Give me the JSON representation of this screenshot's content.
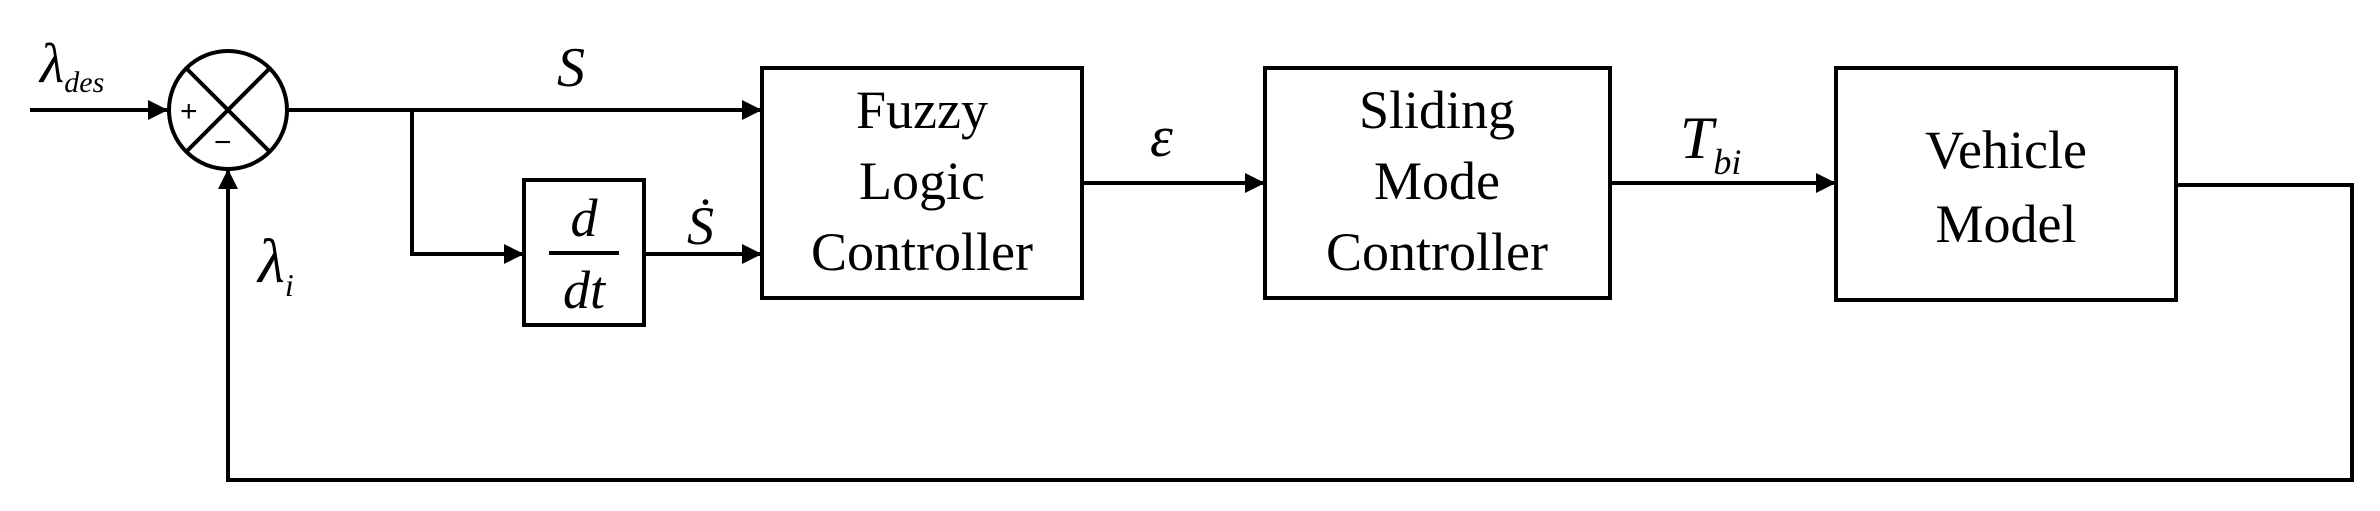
{
  "blocks": {
    "fuzzy": {
      "line1": "Fuzzy",
      "line2": "Logic",
      "line3": "Controller"
    },
    "smc": {
      "line1": "Sliding",
      "line2": "Mode",
      "line3": "Controller"
    },
    "vehicle": {
      "line1": "Vehicle",
      "line2": "Model"
    },
    "derivative": {
      "numerator": "d",
      "denominator": "dt"
    }
  },
  "summing_junction": {
    "plus_sign": "+",
    "minus_sign": "−"
  },
  "signals": {
    "reference": {
      "symbol": "λ",
      "subscript": "des"
    },
    "feedback": {
      "symbol": "λ",
      "subscript": "i"
    },
    "error": "S",
    "error_rate": "Ṡ",
    "fuzzy_output": "ε",
    "torque": {
      "symbol": "T",
      "subscript": "bi"
    }
  }
}
